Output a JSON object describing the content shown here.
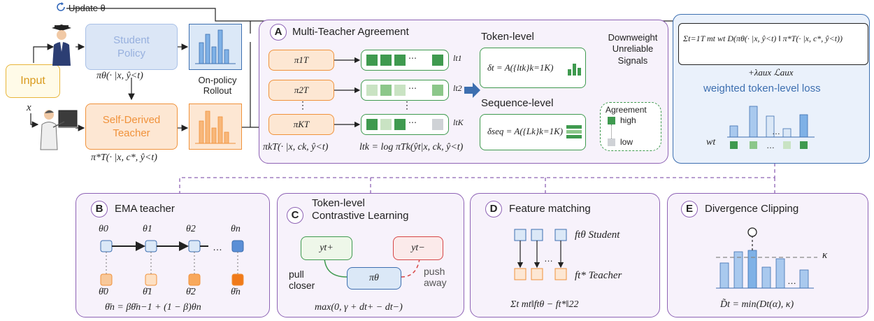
{
  "update_label": "Update θ",
  "input_label": "Input",
  "student_policy_label": "Student Policy",
  "student_formula": "πθ(· |x, ŷ<t)",
  "self_teacher_label": "Self-Derived Teacher",
  "teacher_formula": "π*T(· |x, c*, ŷ<t)",
  "x_label": "x",
  "rollout_label": "On-policy Rollout",
  "panel_a": {
    "badge": "A",
    "title": "Multi-Teacher Agreement",
    "teachers": [
      "π1T",
      "π2T",
      "⋮",
      "πKT"
    ],
    "seq_labels": [
      "lt1",
      "lt2",
      "ltK"
    ],
    "teacher_formula": "πkT(· |x, ck, ŷ<t)",
    "logprob_formula": "ltk = log πTk(ŷt|x, ck, ŷ<t)",
    "token_level_title": "Token-level",
    "token_level_formula": "δt = A({ltk}k=1K)",
    "seq_level_title": "Sequence-level",
    "seq_level_formula": "δseq = A({Lk}k=1K)",
    "downweight_text": "Downweight Unreliable Signals",
    "agreement_title": "Agreement",
    "high_label": "high",
    "low_label": "low"
  },
  "loss": {
    "formula_main": "Σt=1T mt wt D(πθ(· |x, ŷ<t) ‖ π*T(· |x, c*, ŷ<t))",
    "formula_aux": "+λaux ℒaux",
    "subtitle": "weighted token-level loss",
    "weight_label": "wt"
  },
  "panel_b": {
    "badge": "B",
    "title": "EMA teacher",
    "thetas": [
      "θ0",
      "θ1",
      "θ2",
      "θn"
    ],
    "thetabars": [
      "θ̄0",
      "θ̄1",
      "θ̄2",
      "θ̄n"
    ],
    "dots": "…",
    "formula": "θ̄n = βθ̄n−1 + (1 − β)θn"
  },
  "panel_c": {
    "badge": "C",
    "title_line1": "Token-level",
    "title_line2": "Contrastive Learning",
    "y_pos": "yt+",
    "y_neg": "yt−",
    "policy": "πθ",
    "pull_label": "pull closer",
    "push_label": "push away",
    "formula": "max(0, γ + dt+ − dt−)"
  },
  "panel_d": {
    "badge": "D",
    "title": "Feature matching",
    "student_label": "ftθ Student",
    "teacher_label": "ft* Teacher",
    "dots": "…",
    "formula": "Σt mt‖ftθ − ft*‖22"
  },
  "panel_e": {
    "badge": "E",
    "title": "Divergence Clipping",
    "kappa": "κ",
    "dots": "…",
    "formula": "D̃t = min(Dt(α), κ)"
  },
  "colors": {
    "purple": "#8e63b5",
    "orange": "#f0923b",
    "green": "#3f9a4f",
    "blue": "#5b8fd6",
    "gold": "#e8b53a"
  }
}
